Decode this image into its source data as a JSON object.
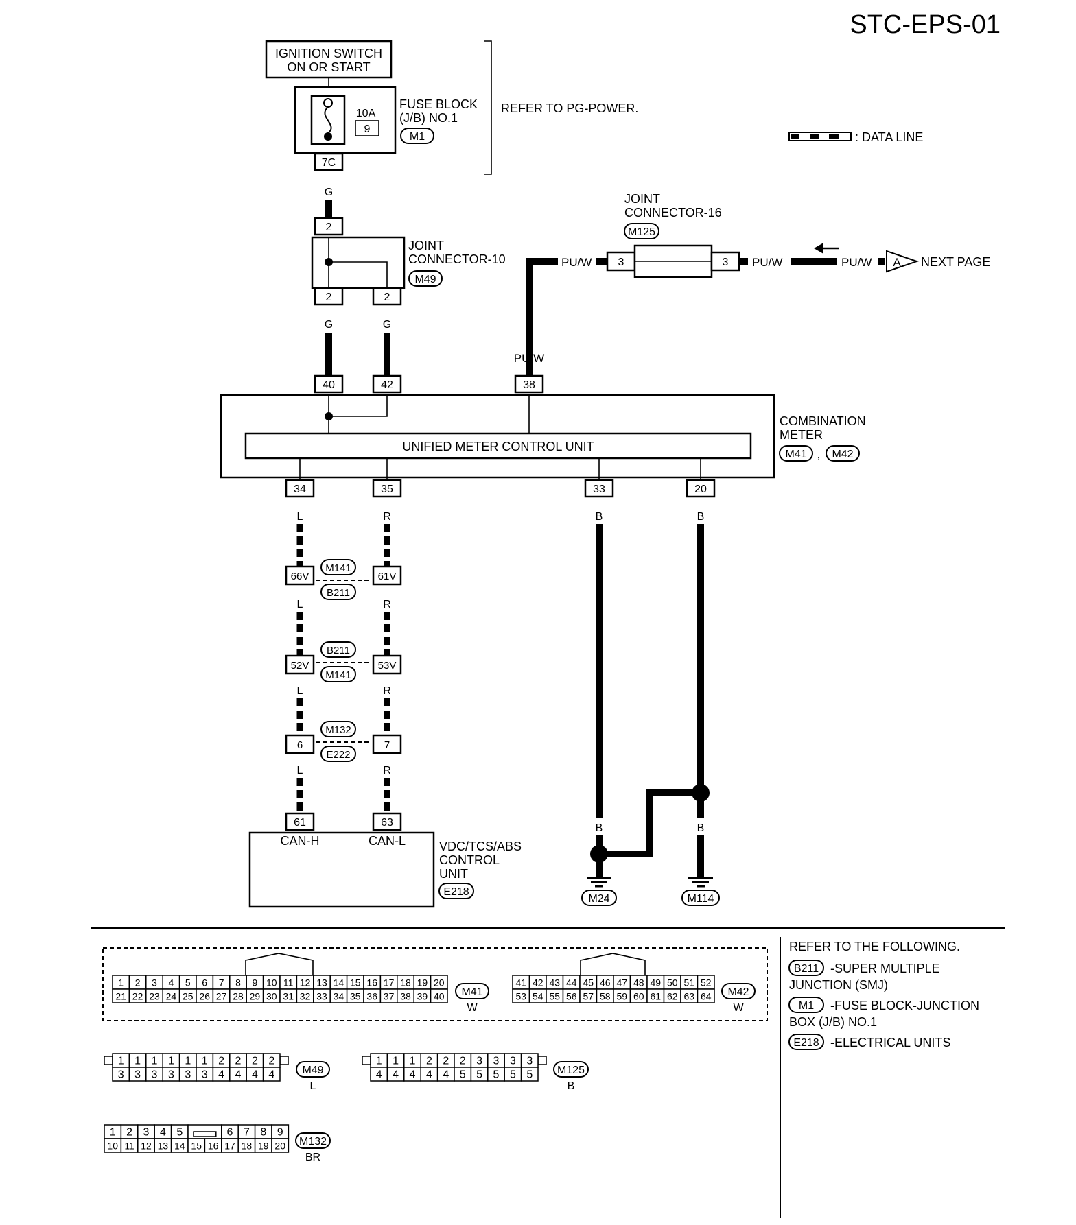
{
  "header": {
    "title": "STC-EPS-01"
  },
  "legend": {
    "data_line_label": ": DATA LINE"
  },
  "ignition": {
    "line1": "IGNITION SWITCH",
    "line2": "ON OR START"
  },
  "fuse_block": {
    "rating": "10A",
    "fuse_no": "9",
    "line1": "FUSE BLOCK",
    "line2": "(J/B) NO.1",
    "connector": "M1",
    "terminal": "7C",
    "refer": "REFER TO PG-POWER."
  },
  "joint10": {
    "line1": "JOINT",
    "line2": "CONNECTOR-10",
    "connector": "M49",
    "term_in": "2",
    "term_out1": "2",
    "term_out2": "2"
  },
  "joint16": {
    "line1": "JOINT",
    "line2": "CONNECTOR-16",
    "connector": "M125",
    "term_left": "3",
    "term_right": "3"
  },
  "next_page": {
    "marker": "A",
    "label": "NEXT PAGE"
  },
  "combination_meter": {
    "line1": "COMBINATION",
    "line2": "METER",
    "conn1": "M41",
    "sep": ",",
    "conn2": "M42",
    "unit_label": "UNIFIED METER CONTROL UNIT",
    "t40": "40",
    "t42": "42",
    "t38": "38",
    "t34": "34",
    "t35": "35",
    "t33": "33",
    "t20": "20"
  },
  "wires": {
    "g": "G",
    "puw": "PU/W",
    "l": "L",
    "r": "R",
    "b": "B"
  },
  "inline": {
    "c1_left": "66V",
    "c1_right": "61V",
    "c1_top": "M141",
    "c1_bot": "B211",
    "c2_left": "52V",
    "c2_right": "53V",
    "c2_top": "B211",
    "c2_bot": "M141",
    "c3_left": "6",
    "c3_right": "7",
    "c3_top": "M132",
    "c3_bot": "E222"
  },
  "vdc": {
    "t61": "61",
    "t63": "63",
    "can_h": "CAN-H",
    "can_l": "CAN-L",
    "line1": "VDC/TCS/ABS",
    "line2": "CONTROL",
    "line3": "UNIT",
    "connector": "E218"
  },
  "grounds": {
    "g1": "M24",
    "g2": "M114"
  },
  "refer_following": {
    "heading": "REFER TO THE FOLLOWING.",
    "items": [
      {
        "code": "B211",
        "line1": "-SUPER MULTIPLE",
        "line2": "JUNCTION (SMJ)"
      },
      {
        "code": "M1",
        "line1": "-FUSE BLOCK-JUNCTION",
        "line2": "BOX (J/B) NO.1"
      },
      {
        "code": "E218",
        "line1": "-ELECTRICAL UNITS",
        "line2": ""
      }
    ]
  },
  "connector_faces": {
    "m41": {
      "code": "M41",
      "color": "W",
      "row1": [
        "1",
        "2",
        "3",
        "4",
        "5",
        "6",
        "7",
        "8",
        "9",
        "10",
        "11",
        "12",
        "13",
        "14",
        "15",
        "16",
        "17",
        "18",
        "19",
        "20"
      ],
      "row2": [
        "21",
        "22",
        "23",
        "24",
        "25",
        "26",
        "27",
        "28",
        "29",
        "30",
        "31",
        "32",
        "33",
        "34",
        "35",
        "36",
        "37",
        "38",
        "39",
        "40"
      ]
    },
    "m42": {
      "code": "M42",
      "color": "W",
      "row1": [
        "41",
        "42",
        "43",
        "44",
        "45",
        "46",
        "47",
        "48",
        "49",
        "50",
        "51",
        "52"
      ],
      "row2": [
        "53",
        "54",
        "55",
        "56",
        "57",
        "58",
        "59",
        "60",
        "61",
        "62",
        "63",
        "64"
      ]
    },
    "m49": {
      "code": "M49",
      "color": "L",
      "row1": [
        "1",
        "1",
        "1",
        "1",
        "1",
        "1",
        "2",
        "2",
        "2",
        "2"
      ],
      "row2": [
        "3",
        "3",
        "3",
        "3",
        "3",
        "3",
        "4",
        "4",
        "4",
        "4"
      ]
    },
    "m125": {
      "code": "M125",
      "color": "B",
      "row1": [
        "1",
        "1",
        "1",
        "2",
        "2",
        "2",
        "3",
        "3",
        "3",
        "3"
      ],
      "row2": [
        "4",
        "4",
        "4",
        "4",
        "4",
        "5",
        "5",
        "5",
        "5",
        "5"
      ]
    },
    "m132": {
      "code": "M132",
      "color": "BR",
      "row1a": [
        "1",
        "2",
        "3",
        "4",
        "5"
      ],
      "row1b": [
        "6",
        "7",
        "8",
        "9"
      ],
      "row2": [
        "10",
        "11",
        "12",
        "13",
        "14",
        "15",
        "16",
        "17",
        "18",
        "19",
        "20"
      ]
    }
  }
}
